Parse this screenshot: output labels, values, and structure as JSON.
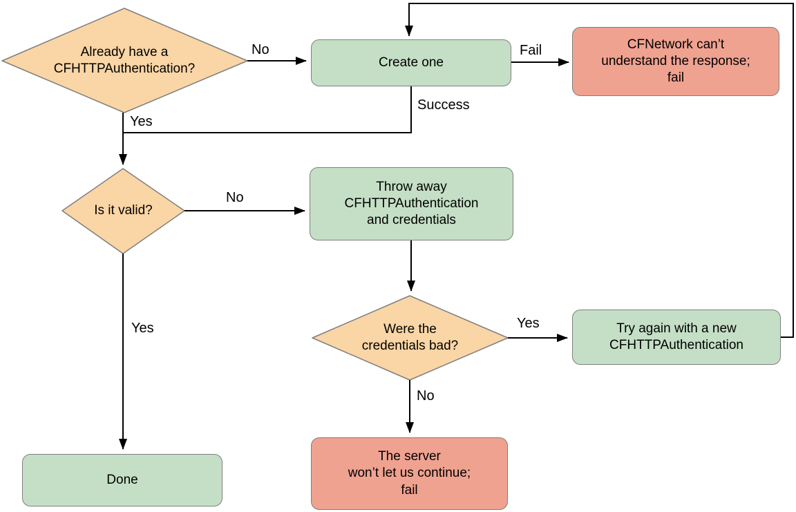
{
  "nodes": {
    "already_have": {
      "label": "Already have a\nCFHTTPAuthentication?",
      "type": "decision"
    },
    "create_one": {
      "label": "Create one",
      "type": "process"
    },
    "cfnetwork_fail": {
      "label": "CFNetwork can’t\nunderstand the response;\nfail",
      "type": "fail"
    },
    "is_it_valid": {
      "label": "Is it valid?",
      "type": "decision"
    },
    "throw_away": {
      "label": "Throw away\nCFHTTPAuthentication\nand credentials",
      "type": "process"
    },
    "credentials_bad": {
      "label": "Were the\ncredentials bad?",
      "type": "decision"
    },
    "try_again": {
      "label": "Try again with a new\nCFHTTPAuthentication",
      "type": "process"
    },
    "done": {
      "label": "Done",
      "type": "process"
    },
    "server_fail": {
      "label": "The server\nwon’t let us continue;\nfail",
      "type": "fail"
    }
  },
  "edge_labels": {
    "already_no": "No",
    "create_fail": "Fail",
    "create_success": "Success",
    "already_yes": "Yes",
    "valid_no": "No",
    "valid_yes": "Yes",
    "credentials_yes": "Yes",
    "credentials_no": "No"
  },
  "colors": {
    "decision_fill": "#fad5a5",
    "process_fill": "#c4dfc5",
    "fail_fill": "#f0a290",
    "shape_border": "#7e7e7e",
    "line": "#000000"
  }
}
